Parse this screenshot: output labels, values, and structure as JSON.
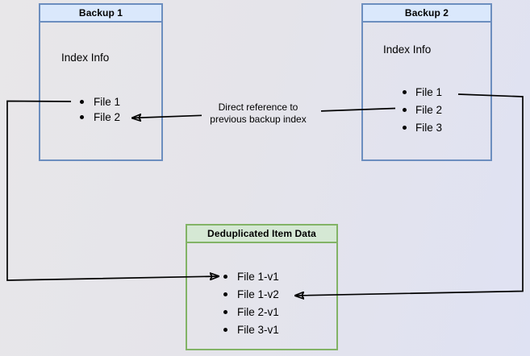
{
  "boxes": {
    "backup1": {
      "title": "Backup 1",
      "section": "Index Info",
      "files": [
        "File 1",
        "File 2"
      ]
    },
    "backup2": {
      "title": "Backup 2",
      "section": "Index Info",
      "files": [
        "File 1",
        "File 2",
        "File 3"
      ]
    },
    "dedup": {
      "title": "Deduplicated Item Data",
      "files": [
        "File 1-v1",
        "File 1-v2",
        "File 2-v1",
        "File 3-v1"
      ]
    }
  },
  "annotation": {
    "line1": "Direct reference to",
    "line2": "previous backup index"
  },
  "edges": [
    {
      "from": "Backup 2 / File 2",
      "to": "Backup 1 / File 2",
      "label": "Direct reference to previous backup index"
    },
    {
      "from": "Backup 1 / File 1",
      "to": "Deduplicated Item Data / File 1-v1",
      "label": ""
    },
    {
      "from": "Backup 2 / File 1",
      "to": "Deduplicated Item Data / File 1-v2",
      "label": ""
    }
  ],
  "colors": {
    "blue_border": "#6c8ebf",
    "blue_header_fill": "#dae8fc",
    "green_border": "#82b366",
    "green_header_fill": "#d5e8d4",
    "arrow": "#000000",
    "background_left": "#e8e7e9",
    "background_right": "#dfe2f3"
  }
}
